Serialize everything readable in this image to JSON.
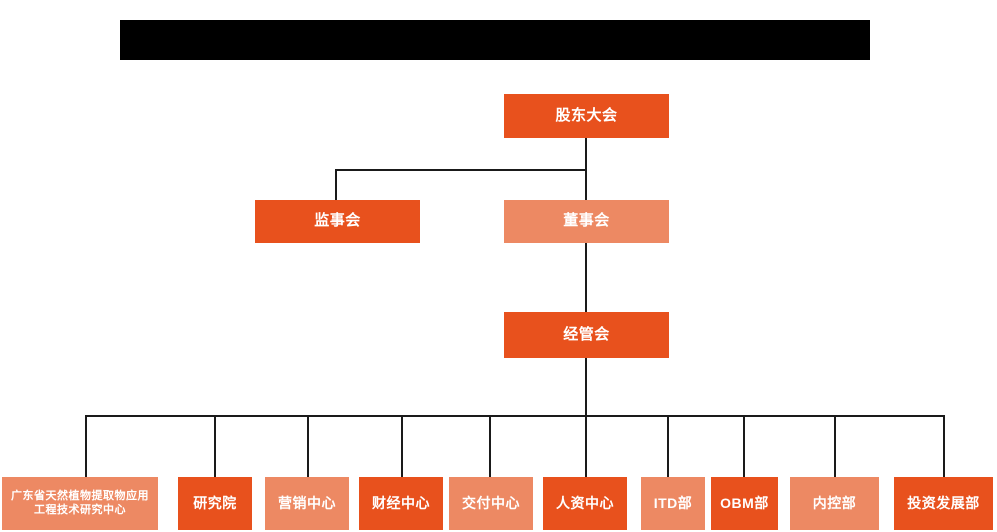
{
  "chart": {
    "title_bar": {
      "name": "redaction-bar",
      "text": ""
    },
    "colors": {
      "dark_orange": "#E8511D",
      "light_orange": "#ED8963",
      "connector": "#1a1a1a",
      "background": "#FFFFFF",
      "redaction": "#000000",
      "text": "#FFFFFF"
    },
    "levels": {
      "level1": [
        {
          "id": "shareholders-meeting",
          "label": "股东大会",
          "tone": "dark"
        }
      ],
      "level2": [
        {
          "id": "supervisory-board",
          "label": "监事会",
          "tone": "dark"
        },
        {
          "id": "board-of-directors",
          "label": "董事会",
          "tone": "light"
        }
      ],
      "level3": [
        {
          "id": "management-committee",
          "label": "经管会",
          "tone": "dark"
        }
      ],
      "departments": [
        {
          "id": "guangdong-research-center",
          "label": "广东省天然植物提取物应用工程技术研究中心",
          "tone": "light"
        },
        {
          "id": "research-institute",
          "label": "研究院",
          "tone": "dark"
        },
        {
          "id": "marketing-center",
          "label": "营销中心",
          "tone": "light"
        },
        {
          "id": "finance-center",
          "label": "财经中心",
          "tone": "dark"
        },
        {
          "id": "delivery-center",
          "label": "交付中心",
          "tone": "light"
        },
        {
          "id": "hr-center",
          "label": "人资中心",
          "tone": "dark"
        },
        {
          "id": "itd-department",
          "label": "ITD部",
          "tone": "light"
        },
        {
          "id": "obm-department",
          "label": "OBM部",
          "tone": "dark"
        },
        {
          "id": "internal-control-department",
          "label": "内控部",
          "tone": "light"
        },
        {
          "id": "investment-development-department",
          "label": "投资发展部",
          "tone": "dark"
        }
      ]
    }
  },
  "chart_data": {
    "type": "diagram",
    "subtype": "organization-chart",
    "title": "",
    "orientation": "top-down",
    "nodes": [
      {
        "id": "shareholders-meeting",
        "label": "股东大会",
        "level": 1,
        "color": "#E8511D"
      },
      {
        "id": "supervisory-board",
        "label": "监事会",
        "level": 2,
        "color": "#E8511D"
      },
      {
        "id": "board-of-directors",
        "label": "董事会",
        "level": 2,
        "color": "#ED8963"
      },
      {
        "id": "management-committee",
        "label": "经管会",
        "level": 3,
        "color": "#E8511D"
      },
      {
        "id": "guangdong-research-center",
        "label": "广东省天然植物提取物应用工程技术研究中心",
        "level": 4,
        "color": "#ED8963"
      },
      {
        "id": "research-institute",
        "label": "研究院",
        "level": 4,
        "color": "#E8511D"
      },
      {
        "id": "marketing-center",
        "label": "营销中心",
        "level": 4,
        "color": "#ED8963"
      },
      {
        "id": "finance-center",
        "label": "财经中心",
        "level": 4,
        "color": "#E8511D"
      },
      {
        "id": "delivery-center",
        "label": "交付中心",
        "level": 4,
        "color": "#ED8963"
      },
      {
        "id": "hr-center",
        "label": "人资中心",
        "level": 4,
        "color": "#E8511D"
      },
      {
        "id": "itd-department",
        "label": "ITD部",
        "level": 4,
        "color": "#ED8963"
      },
      {
        "id": "obm-department",
        "label": "OBM部",
        "level": 4,
        "color": "#E8511D"
      },
      {
        "id": "internal-control-department",
        "label": "内控部",
        "level": 4,
        "color": "#ED8963"
      },
      {
        "id": "investment-development-department",
        "label": "投资发展部",
        "level": 4,
        "color": "#E8511D"
      }
    ],
    "edges": [
      {
        "from": "shareholders-meeting",
        "to": "supervisory-board"
      },
      {
        "from": "shareholders-meeting",
        "to": "board-of-directors"
      },
      {
        "from": "board-of-directors",
        "to": "management-committee"
      },
      {
        "from": "management-committee",
        "to": "guangdong-research-center"
      },
      {
        "from": "management-committee",
        "to": "research-institute"
      },
      {
        "from": "management-committee",
        "to": "marketing-center"
      },
      {
        "from": "management-committee",
        "to": "finance-center"
      },
      {
        "from": "management-committee",
        "to": "delivery-center"
      },
      {
        "from": "management-committee",
        "to": "hr-center"
      },
      {
        "from": "management-committee",
        "to": "itd-department"
      },
      {
        "from": "management-committee",
        "to": "obm-department"
      },
      {
        "from": "management-committee",
        "to": "internal-control-department"
      },
      {
        "from": "management-committee",
        "to": "investment-development-department"
      }
    ]
  }
}
